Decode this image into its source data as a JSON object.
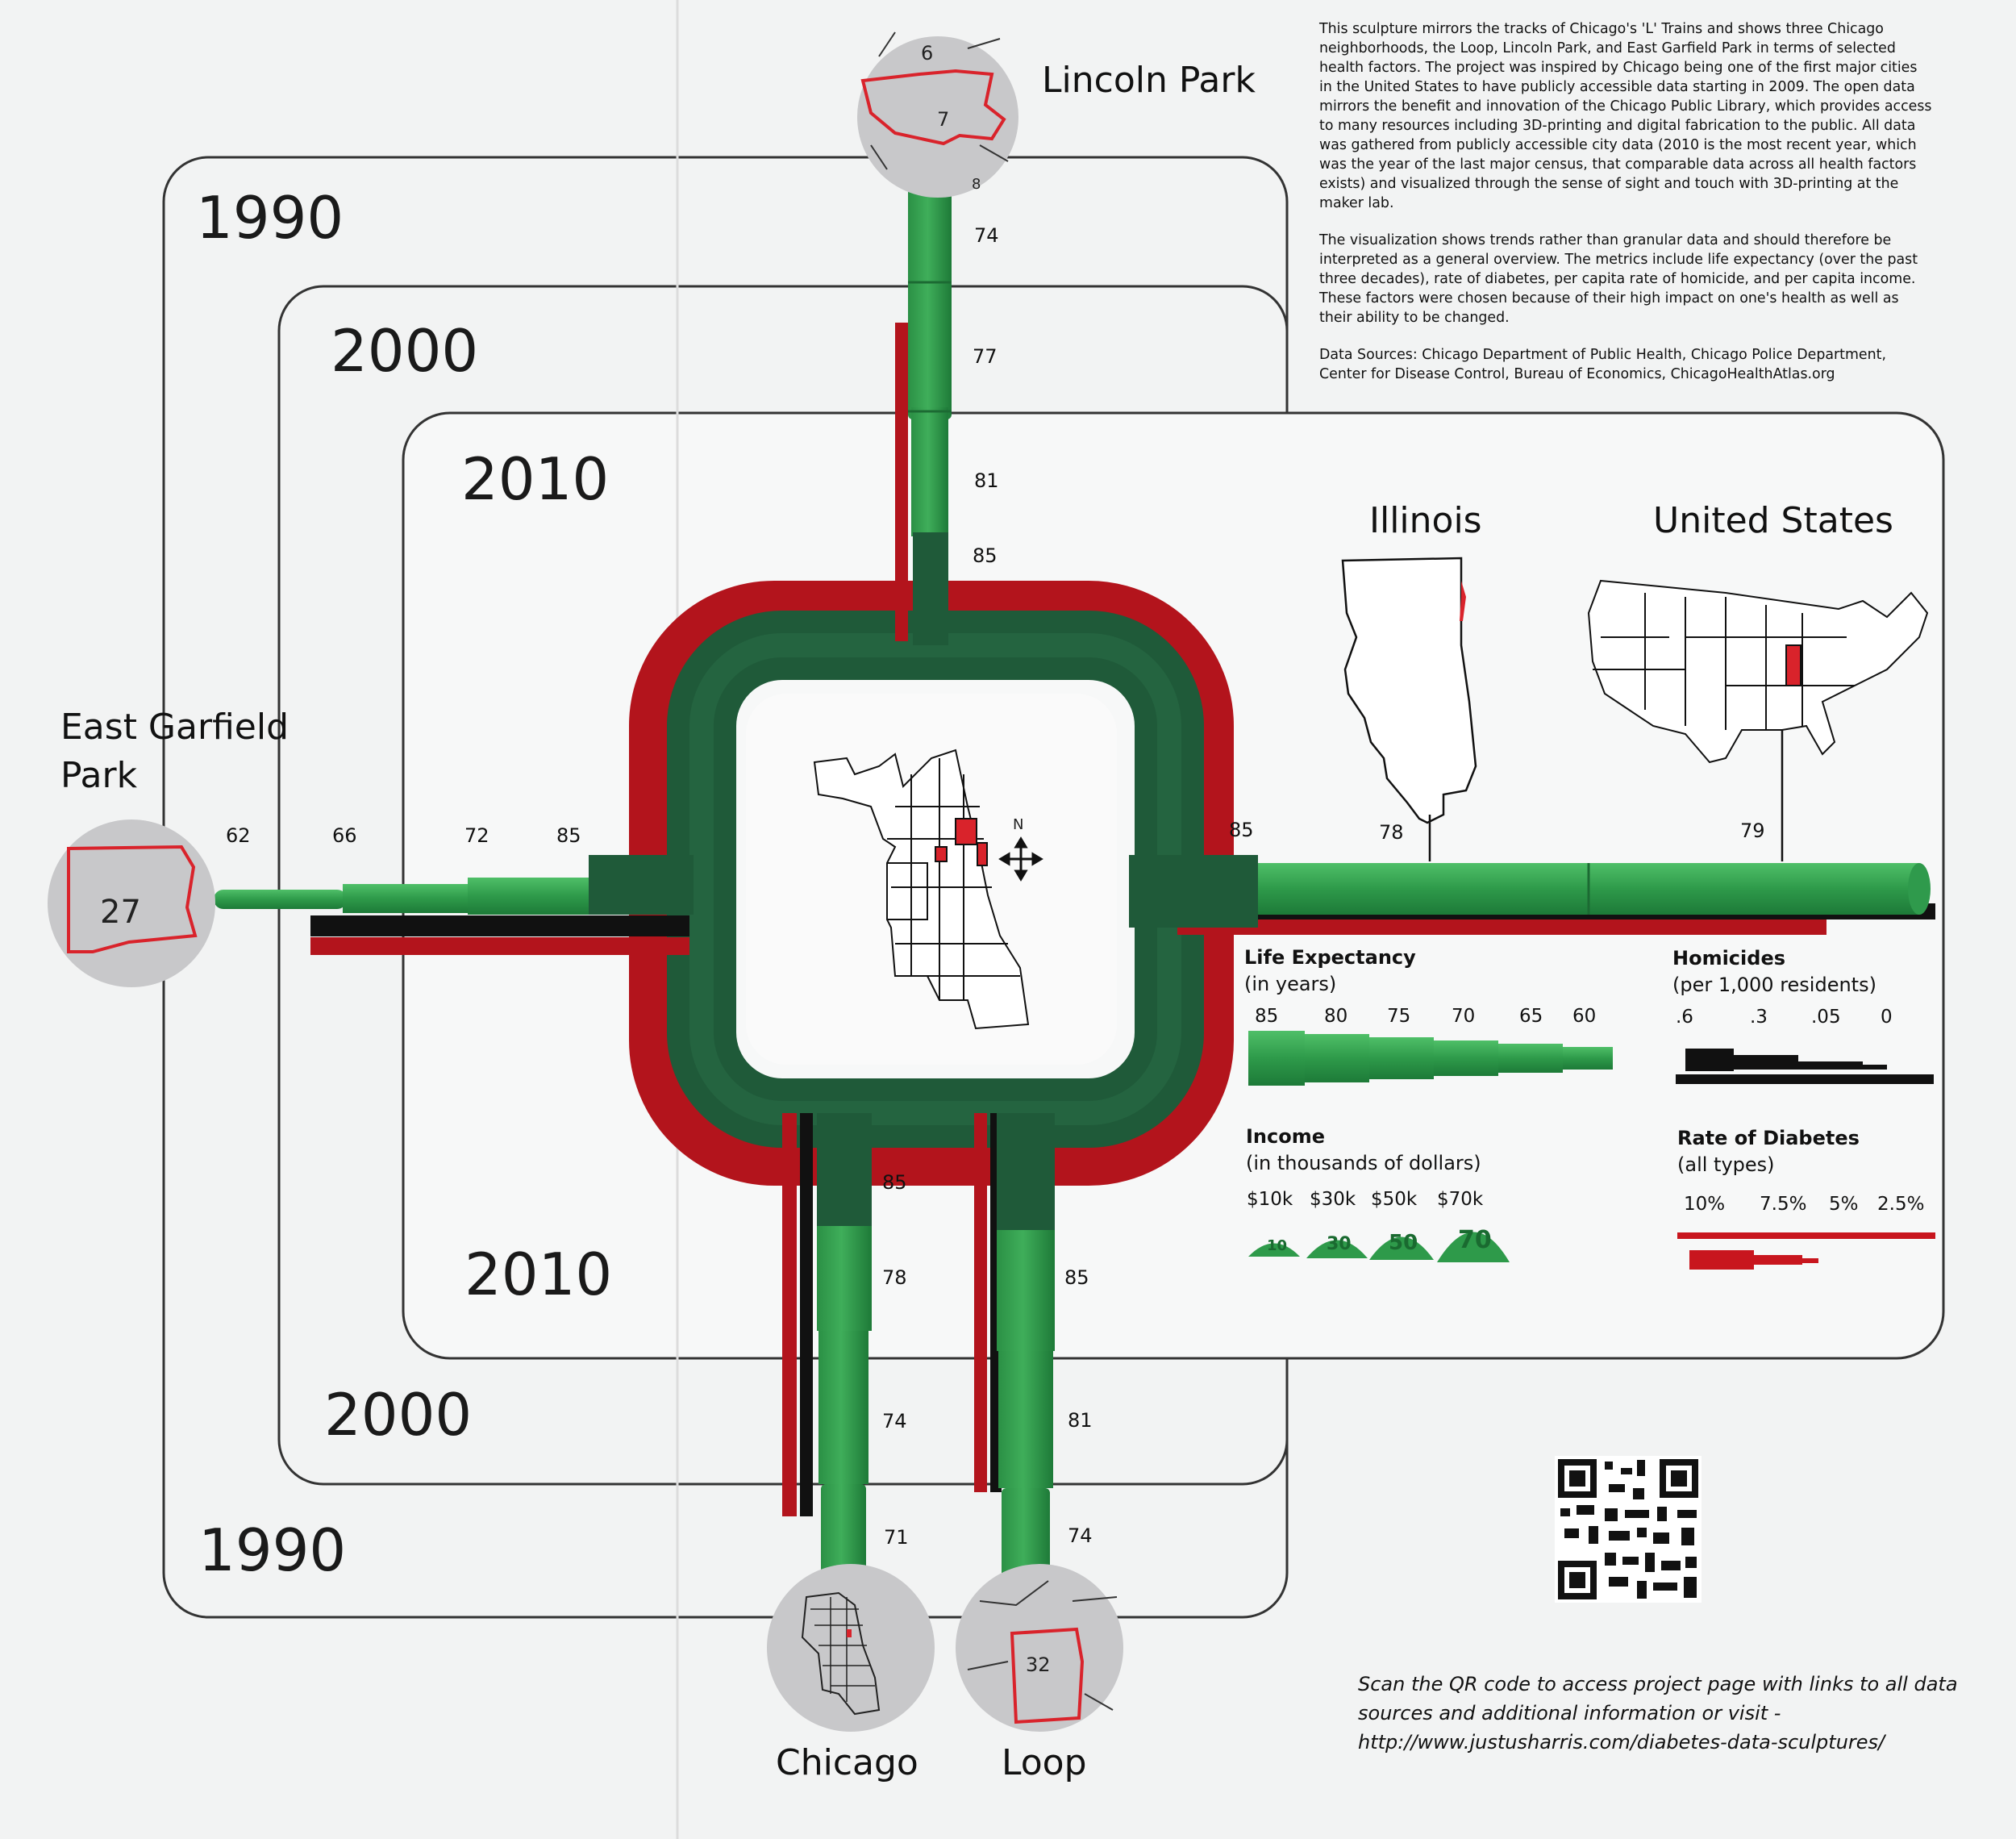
{
  "intro": {
    "paragraph1": "This sculpture mirrors the tracks of Chicago's 'L' Trains and shows three Chicago neighborhoods, the Loop, Lincoln Park, and East Garfield Park in terms of selected health factors. The project was inspired by Chicago being one of the first major cities in the United States to have publicly accessible data starting in 2009. The open data mirrors the benefit and innovation of the Chicago Public Library, which provides access to many resources including 3D-printing and digital fabrication to the public. All data was gathered from publicly accessible city data (2010 is the most recent year, which was the year of the last major census, that comparable data across all health factors exists) and visualized through the sense of sight and touch with 3D-printing at the maker lab.",
    "paragraph2": "The visualization shows trends rather than granular data and should therefore be interpreted as a general overview. The metrics include life expectancy (over the past three decades), rate of diabetes, per capita rate of homicide, and per capita income. These factors were chosen because of their high impact on one's health as well as their ability to be changed.",
    "paragraph3": "Data Sources: Chicago Department of Public Health, Chicago Police Department, Center for Disease Control, Bureau of Economics, ChicagoHealthAtlas.org"
  },
  "years": {
    "outer_top": "1990",
    "middle_top": "2000",
    "inner_top": "2010",
    "inner_bottom": "2010",
    "middle_bottom": "2000",
    "outer_bottom": "1990"
  },
  "places": {
    "lincoln_park": "Lincoln Park",
    "east_garfield_line1": "East Garfield",
    "east_garfield_line2": "Park",
    "illinois": "Illinois",
    "united_states": "United States",
    "chicago": "Chicago",
    "loop": "Loop"
  },
  "map_badges": {
    "lincoln_park_top": "6",
    "lincoln_park_main": "7",
    "lincoln_park_bottom": "8",
    "east_garfield": "27",
    "loop": "32"
  },
  "compass": "N",
  "life_expectancy": {
    "lincoln_park": [
      "74",
      "77",
      "81",
      "85"
    ],
    "east_garfield_park": [
      "62",
      "66",
      "72",
      "85"
    ],
    "chicago": [
      "85",
      "78",
      "74",
      "71"
    ],
    "loop": [
      "85",
      "81",
      "74"
    ],
    "illinois": "78",
    "united_states": "79",
    "east_edge": "85"
  },
  "legend": {
    "life_expectancy": {
      "title": "Life Expectancy",
      "subtitle": "(in years)",
      "ticks": [
        "85",
        "80",
        "75",
        "70",
        "65",
        "60"
      ]
    },
    "homicides": {
      "title": "Homicides",
      "subtitle": "(per 1,000 residents)",
      "ticks": [
        ".6",
        ".3",
        ".05",
        "0"
      ]
    },
    "income": {
      "title": "Income",
      "subtitle": "(in thousands of dollars)",
      "ticks": [
        "$10k",
        "$30k",
        "$50k",
        "$70k"
      ],
      "blocks": [
        "10",
        "30",
        "50",
        "70"
      ]
    },
    "diabetes": {
      "title": "Rate of Diabetes",
      "subtitle": "(all types)",
      "ticks": [
        "10%",
        "7.5%",
        "5%",
        "2.5%"
      ]
    }
  },
  "qr_caption": {
    "line1": "Scan the QR code to access project page with links to all data",
    "line2": "sources and additional information or visit -",
    "line3": "http://www.justusharris.com/diabetes-data-sculptures/"
  },
  "colors": {
    "track_green": "#2e9a4a",
    "track_dark_green": "#1f5a39",
    "track_red": "#b3141c",
    "track_black": "#111111",
    "map_circle": "#c8c8ca",
    "highlight_red": "#d9232b"
  }
}
